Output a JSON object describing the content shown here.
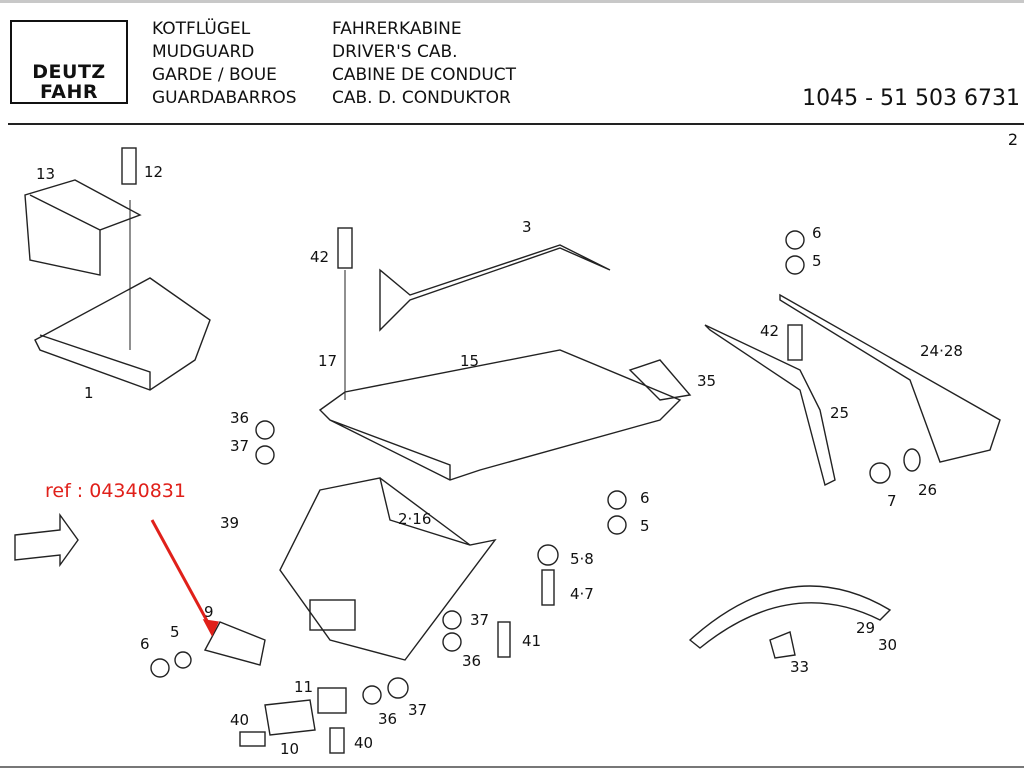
{
  "header": {
    "logo": [
      "DEUTZ",
      "FAHR"
    ],
    "group_titles": [
      "KOTFLÜGEL",
      "MUDGUARD",
      "GARDE / BOUE",
      "GUARDABARROS"
    ],
    "subgroup_titles": [
      "FAHRERKABINE",
      "DRIVER'S  CAB.",
      "CABINE  DE CONDUCT",
      "CAB.  D.  CONDUKTOR"
    ],
    "part_number": "1045 - 51 503 6731",
    "page": "2"
  },
  "annotation": {
    "text": "ref : 04340831",
    "color": "#e0201a"
  },
  "callouts": [
    "13",
    "12",
    "1",
    "42",
    "3",
    "17",
    "15",
    "35",
    "6",
    "5",
    "42",
    "24·28",
    "25",
    "36",
    "37",
    "7",
    "26",
    "6",
    "5",
    "39",
    "2·16",
    "5·8",
    "4·7",
    "9",
    "6",
    "5",
    "37",
    "41",
    "36",
    "29",
    "30",
    "33",
    "11",
    "36",
    "37",
    "40",
    "10",
    "40"
  ]
}
